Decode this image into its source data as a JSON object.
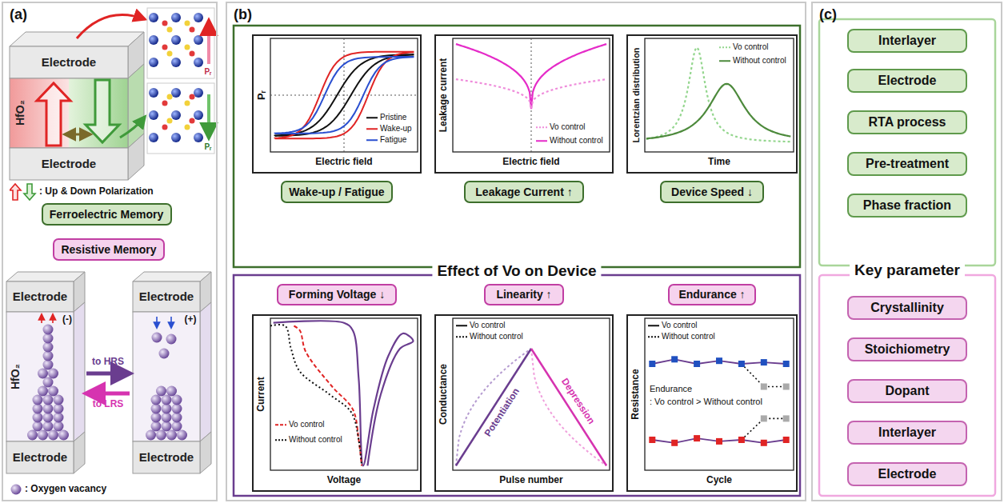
{
  "diagram": {
    "nodes": [
      {
        "text": [
          "(a)"
        ]
      },
      {
        "text": [
          "Electrode"
        ],
        "in": 0
      },
      {
        "text": [
          "HfO₂"
        ],
        "in": 0
      },
      {
        "text": [
          "Electrode"
        ],
        "in": 0
      },
      {
        "text": [
          "Ferroelectric Memory"
        ],
        "in": 0
      },
      {
        "text": [
          "Resistive Memory"
        ],
        "in": 0
      },
      {
        "text": [
          "Electrode"
        ],
        "in": 0
      },
      {
        "text": [
          "HfO₂"
        ],
        "in": 0
      },
      {
        "text": [
          "Electrode"
        ],
        "in": 0
      },
      {
        "text": [
          "Electrode"
        ],
        "in": 0
      },
      {
        "text": [
          "Electrode"
        ],
        "in": 0
      },
      {
        "text": [
          "(b)"
        ]
      },
      {
        "text": [
          "Wake-up / Fatigue"
        ],
        "in": 11
      },
      {
        "text": [
          "Leakage Current ↑"
        ],
        "in": 11
      },
      {
        "text": [
          "Device Speed ↓"
        ],
        "in": 11
      },
      {
        "text": [
          "Forming Voltage ↓"
        ],
        "in": 11
      },
      {
        "text": [
          "Linearity ↑"
        ],
        "in": 11
      },
      {
        "text": [
          "Endurance ↑"
        ],
        "in": 11
      },
      {
        "text": [
          "(c)"
        ]
      },
      {
        "text": [
          "Interlayer"
        ],
        "in": 18
      },
      {
        "text": [
          "Electrode"
        ],
        "in": 18
      },
      {
        "text": [
          "RTA process"
        ],
        "in": 18
      },
      {
        "text": [
          "Pre-treatment"
        ],
        "in": 18
      },
      {
        "text": [
          "Phase fraction"
        ],
        "in": 18
      },
      {
        "text": [
          "Crystallinity"
        ],
        "in": 18
      },
      {
        "text": [
          "Stoichiometry"
        ],
        "in": 18
      },
      {
        "text": [
          "Dopant"
        ],
        "in": 18
      },
      {
        "text": [
          "Interlayer"
        ],
        "in": 18
      },
      {
        "text": [
          "Electrode"
        ],
        "in": 18
      }
    ],
    "labels": [
      "Pᵣ",
      "Pᵣ",
      "(-)",
      "(+)",
      "to HRS",
      "to LRS",
      "Effect of Vo on Device",
      "Pᵣ",
      "Electric field",
      "Leakage current",
      "Electric field",
      "Lorentzian distribution",
      "Time",
      "Current",
      "Voltage",
      "Conductance",
      "Pulse number",
      "Potentiation",
      "Depression",
      "Resistance",
      "Cycle",
      "Endurance",
      ": Vo control > Without control",
      "Key parameter"
    ],
    "legend": [
      {
        "text": ": Up & Down Polarization"
      },
      {
        "text": ": Oxygen vacancy"
      },
      {
        "text": "Pristine"
      },
      {
        "text": "Wake-up"
      },
      {
        "text": "Fatigue"
      },
      {
        "text": "Vo control"
      },
      {
        "text": "Without control"
      },
      {
        "text": "Vo control"
      },
      {
        "text": "Without control"
      },
      {
        "text": "Vo control"
      },
      {
        "text": "Without control"
      },
      {
        "text": "Vo control"
      },
      {
        "text": "Without control"
      },
      {
        "text": "Vo control"
      },
      {
        "text": "Without control"
      }
    ]
  }
}
